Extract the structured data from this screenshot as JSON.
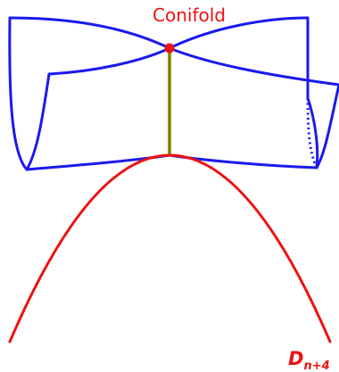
{
  "labels": {
    "conifold": "Conifold",
    "d_base": "D",
    "d_sub": "n+4"
  },
  "colors": {
    "surface": "#1a1aee",
    "parabola": "#ee1111",
    "line": "#808000",
    "point": "#ee1111",
    "conifold_text": "#ee1111",
    "d_text": "#ee1111"
  }
}
